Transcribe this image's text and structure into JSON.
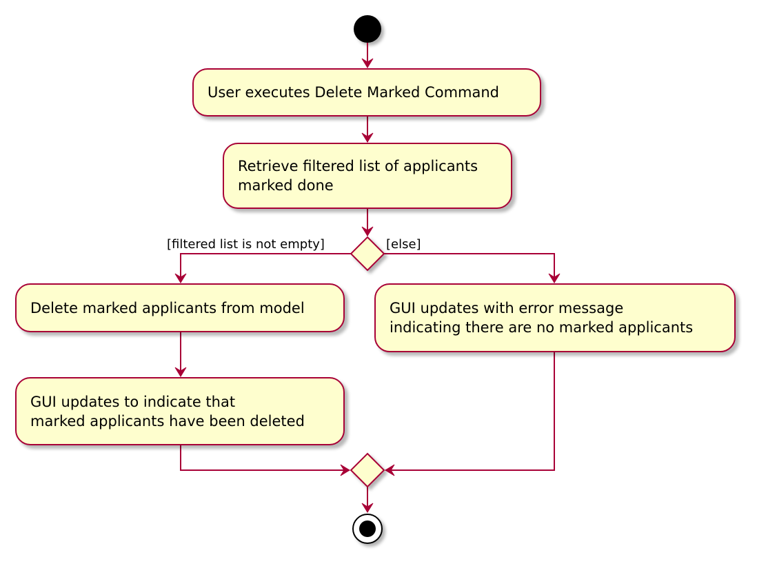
{
  "diagram": {
    "colors": {
      "node_fill": "#FEFECE",
      "node_border": "#A80036",
      "arrow": "#A80036",
      "start_end": "#000000"
    },
    "activities": {
      "user_executes": {
        "lines": [
          "User executes Delete Marked Command"
        ]
      },
      "retrieve_list": {
        "lines": [
          "Retrieve filtered list of applicants",
          "marked done"
        ]
      },
      "delete_marked": {
        "lines": [
          "Delete marked applicants from model"
        ]
      },
      "gui_deleted": {
        "lines": [
          "GUI updates to indicate that",
          "marked applicants have been deleted"
        ]
      },
      "gui_error": {
        "lines": [
          "GUI updates with error message",
          "indicating there are no marked applicants"
        ]
      }
    },
    "guards": {
      "not_empty": "[filtered list is not empty]",
      "else": "[else]"
    }
  }
}
